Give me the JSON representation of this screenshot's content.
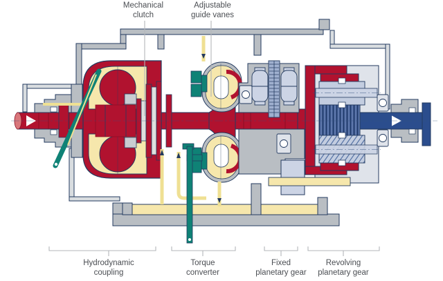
{
  "figure": {
    "type": "technical cross-section diagram of a variable-speed drive gear unit",
    "callouts_top": [
      {
        "id": "mechanical-clutch",
        "line1": "Mechanical",
        "line2": "clutch"
      },
      {
        "id": "adjustable-guide-vanes",
        "line1": "Adjustable",
        "line2": "guide vanes"
      }
    ],
    "callouts_bottom": [
      {
        "id": "hydrodynamic-coupling",
        "line1": "Hydrodynamic",
        "line2": "coupling"
      },
      {
        "id": "torque-converter",
        "line1": "Torque",
        "line2": "converter"
      },
      {
        "id": "fixed-planetary-gear",
        "line1": "Fixed",
        "line2": "planetary gear"
      },
      {
        "id": "revolving-planetary-gear",
        "line1": "Revolving",
        "line2": "planetary gear"
      }
    ],
    "colors": {
      "rotor_red": "#b1122f",
      "dark_red_line": "#8c0f26",
      "oil_cream": "#f6e7ac",
      "pipe_yellow": "#efe093",
      "casing_gray": "#b9bec3",
      "wall_light_gray": "#d9dde0",
      "gear_light_blue": "#c3cde0",
      "gear_mid_blue": "#9fb0cf",
      "sun_gear_blue": "#49659f",
      "output_shaft_blue": "#2b4d8d",
      "control_teal": "#0f8276",
      "outline_navy": "#233a5f",
      "label_text_gray": "#4b4e53",
      "leader_line_gray": "#b3b6ba",
      "background": "#ffffff"
    },
    "flow_arrows": [
      "input-shaft-arrow-right",
      "output-shaft-arrow-right",
      "oil-feed-arrow-down",
      "oil-return-arrow-up-1",
      "oil-return-arrow-up-2",
      "oil-drain-arrow-down"
    ]
  }
}
